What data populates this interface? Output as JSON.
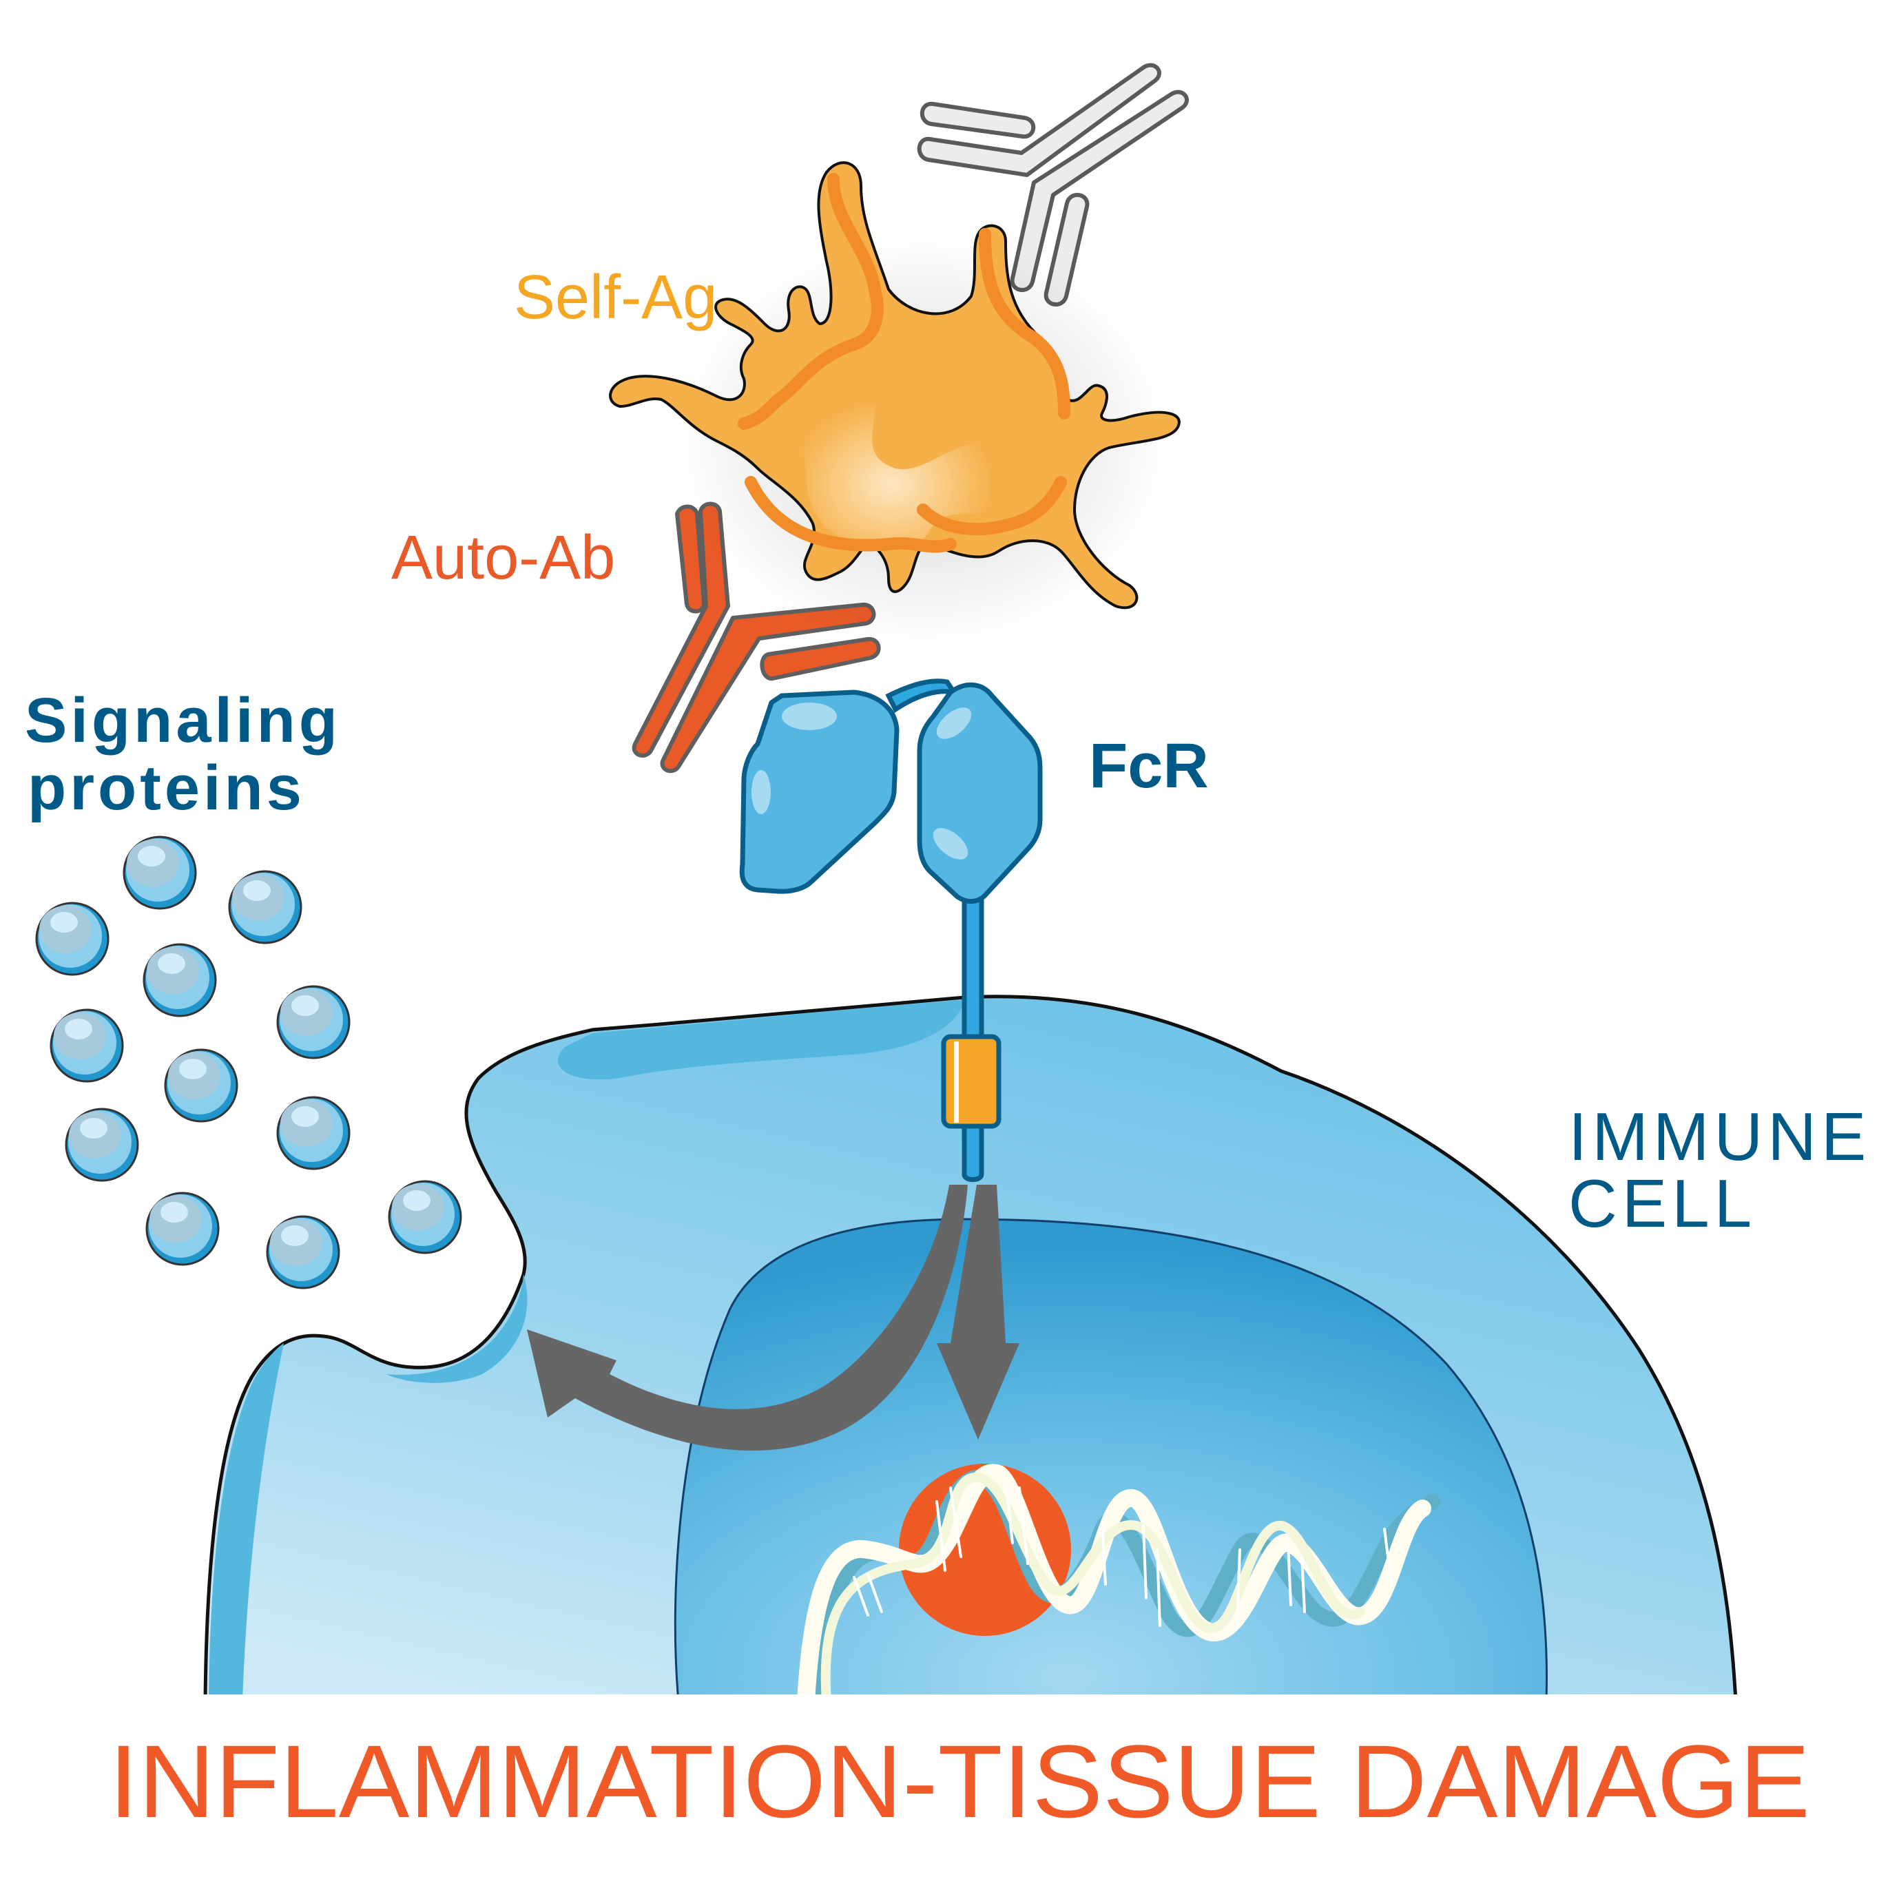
{
  "figure": {
    "title": "INFLAMMATION-TISSUE DAMAGE",
    "labels": {
      "self_antigen": "Self-Ag",
      "auto_antibody": "Auto-Ab",
      "signaling_line1": "Signaling",
      "signaling_line2": "proteins",
      "fc_receptor": "FcR",
      "immune_line1": "IMMUNE",
      "immune_line2": "CELL"
    },
    "elements": {
      "signaling_protein_count": 12,
      "arrows": [
        "to-cytoplasm-secretion",
        "to-nucleus-dna"
      ]
    },
    "colors": {
      "title_orange": "#f05a28",
      "self_ag_orange": "#f5a623",
      "auto_ab_red": "#e85a27",
      "label_blue": "#005a87",
      "cell_blue": "#74c3e8",
      "nucleus_blue": "#4aaad8",
      "receptor_blue": "#52b6e2",
      "arrow_gray": "#666666",
      "antibody_gray": "#ececec"
    }
  }
}
